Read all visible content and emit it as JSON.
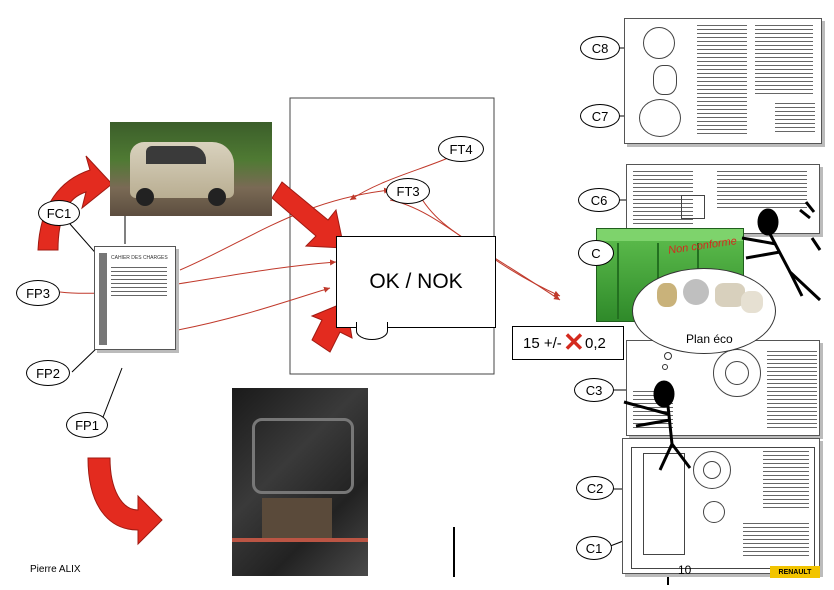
{
  "nodes": {
    "c8": "C8",
    "c7": "C7",
    "c6": "C6",
    "c5": "C",
    "c3": "C3",
    "c2": "C2",
    "c1": "C1",
    "ft4": "FT4",
    "ft3": "FT3",
    "fc1": "FC1",
    "fp3": "FP3",
    "fp2": "FP2",
    "fp1": "FP1"
  },
  "ok_nok": "OK / NOK",
  "tolerance_label": "15 +/-",
  "tolerance_value": "0,2",
  "stamp_text": "Non conforme",
  "plan_label": "Plan éco",
  "doc_title": "CAHIER DES CHARGES",
  "author": "Pierre ALIX",
  "page_number": "10",
  "logo_text": "RENAULT",
  "colors": {
    "arrow_red": "#e32b1f",
    "container_green": "#3fa63a",
    "line_red": "#c0392b"
  }
}
